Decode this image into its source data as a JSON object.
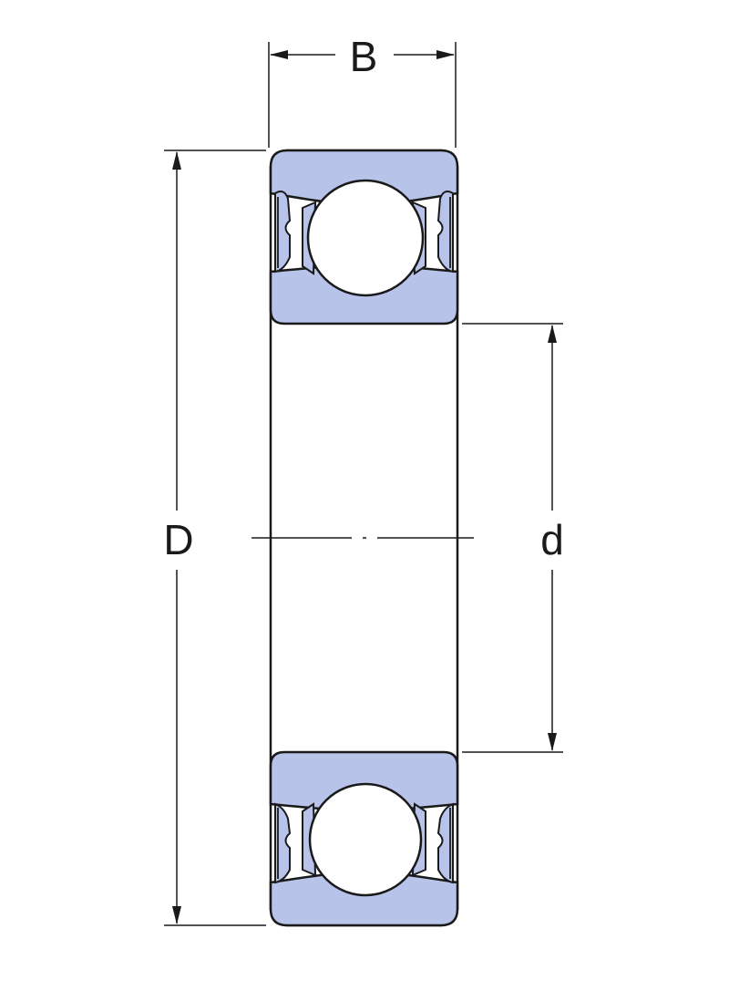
{
  "labels": {
    "width": "B",
    "outer_diameter": "D",
    "bore_diameter": "d"
  },
  "colors": {
    "ring_fill": "#b8c3ea",
    "outline": "#1a1a1a",
    "background": "#ffffff"
  }
}
